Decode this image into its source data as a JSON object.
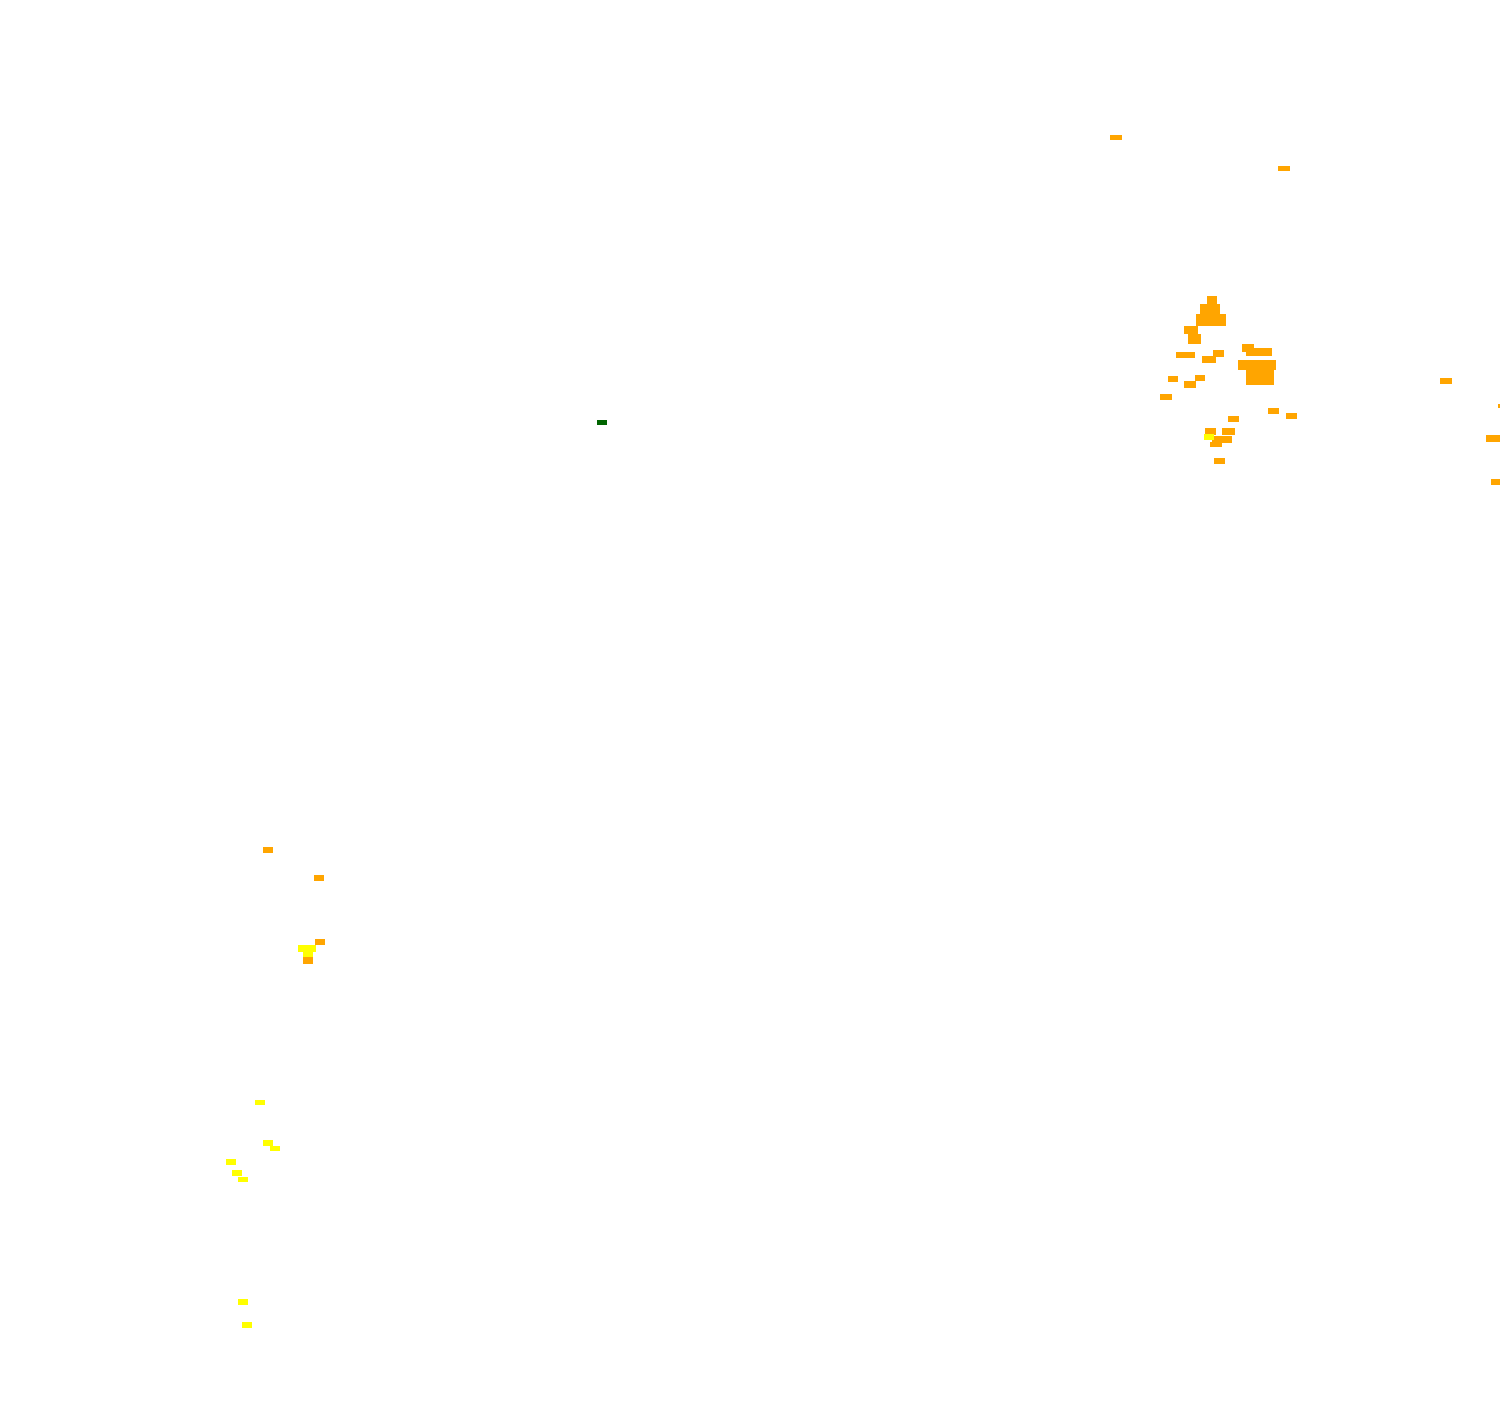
{
  "map": {
    "background_color": "#ffffff",
    "legend_colors": {
      "orange": "#ffa500",
      "yellow": "#ffff00",
      "dark_green": "#006400"
    },
    "cluster_labels": [
      "northeast-orange-cluster",
      "southwest-orange-cluster",
      "southwest-yellow-cluster",
      "center-green-cell"
    ]
  }
}
